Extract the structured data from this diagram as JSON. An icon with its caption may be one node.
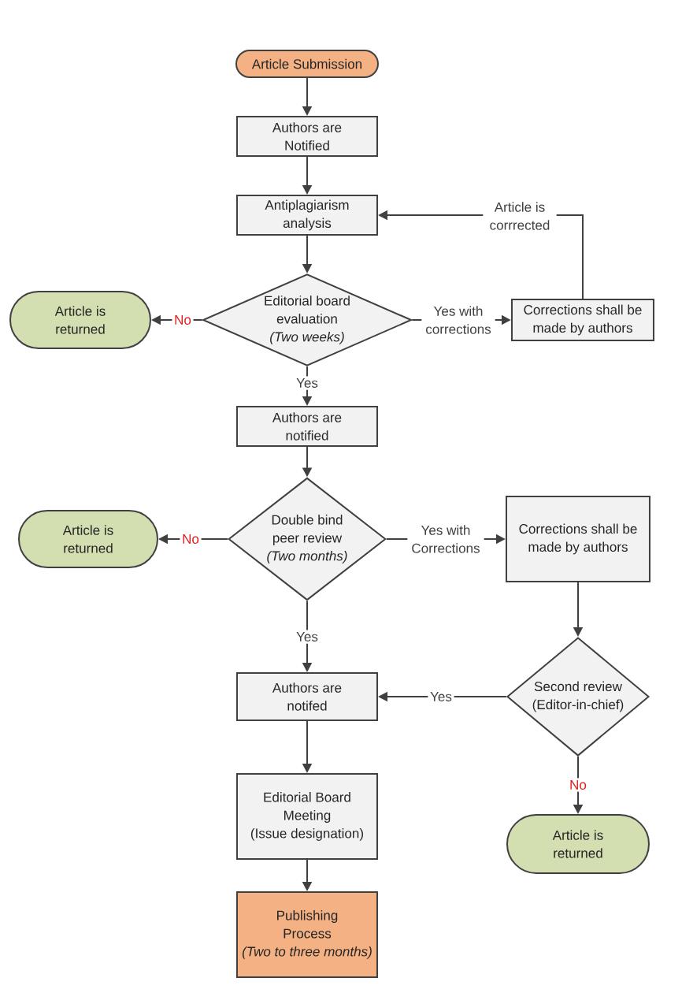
{
  "diagram": {
    "nodes": [
      {
        "text": [
          "Article Submission"
        ]
      },
      {
        "text": [
          "Authors are Notified"
        ]
      },
      {
        "text": [
          "Antiplagiarism analysis"
        ]
      },
      {
        "text": [
          "Editorial board evaluation",
          "(Two weeks)"
        ]
      },
      {
        "text": [
          "Article is returned"
        ]
      },
      {
        "text": [
          "Corrections shall be made by authors"
        ]
      },
      {
        "text": [
          "Authors are notified"
        ]
      },
      {
        "text": [
          "Double bind peer review",
          "(Two months)"
        ]
      },
      {
        "text": [
          "Article is returned"
        ]
      },
      {
        "text": [
          "Corrections shall be made by authors"
        ]
      },
      {
        "text": [
          "Second review",
          "(Editor-in-chief)"
        ]
      },
      {
        "text": [
          "Authors are notifed"
        ]
      },
      {
        "text": [
          "Editorial Board Meeting",
          "(Issue designation)"
        ]
      },
      {
        "text": [
          "Article is returned"
        ]
      },
      {
        "text": [
          "Publishing Process",
          "(Two to three months)"
        ]
      }
    ],
    "edges": [
      {
        "from": 0,
        "to": 1,
        "arrow": "to"
      },
      {
        "from": 1,
        "to": 2,
        "arrow": "to"
      },
      {
        "from": 2,
        "to": 3,
        "arrow": "to"
      },
      {
        "from": 3,
        "to": 4,
        "arrow": "to",
        "label": "No"
      },
      {
        "from": 3,
        "to": 5,
        "arrow": "to",
        "label": "Yes with corrections"
      },
      {
        "from": 5,
        "to": 2,
        "arrow": "to",
        "label": "Article is corrrected"
      },
      {
        "from": 3,
        "to": 6,
        "arrow": "to",
        "label": "Yes"
      },
      {
        "from": 6,
        "to": 7,
        "arrow": "to"
      },
      {
        "from": 7,
        "to": 8,
        "arrow": "to",
        "label": "No"
      },
      {
        "from": 7,
        "to": 9,
        "arrow": "to",
        "label": "Yes with Corrections"
      },
      {
        "from": 9,
        "to": 10,
        "arrow": "to"
      },
      {
        "from": 10,
        "to": 11,
        "arrow": "to",
        "label": "Yes"
      },
      {
        "from": 10,
        "to": 13,
        "arrow": "to",
        "label": "No"
      },
      {
        "from": 7,
        "to": 11,
        "arrow": "to",
        "label": "Yes"
      },
      {
        "from": 11,
        "to": 12,
        "arrow": "to"
      },
      {
        "from": 12,
        "to": 14,
        "arrow": "to"
      }
    ]
  }
}
